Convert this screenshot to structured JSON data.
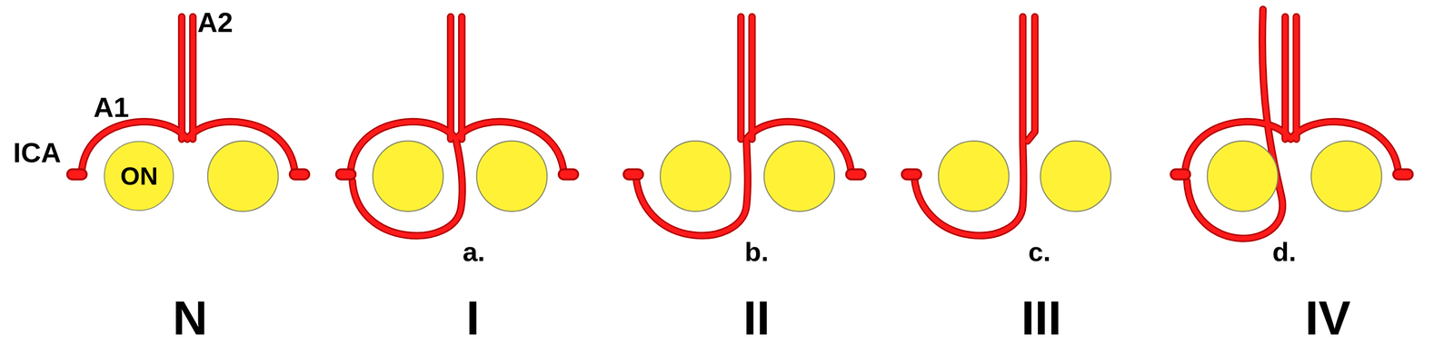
{
  "diagram": {
    "nodes": [
      {
        "text": [
          "ON"
        ]
      }
    ],
    "labels": [
      "A2",
      "A1",
      "ICA",
      "a.",
      "b.",
      "c.",
      "d.",
      "N",
      "I",
      "II",
      "III",
      "IV"
    ]
  }
}
